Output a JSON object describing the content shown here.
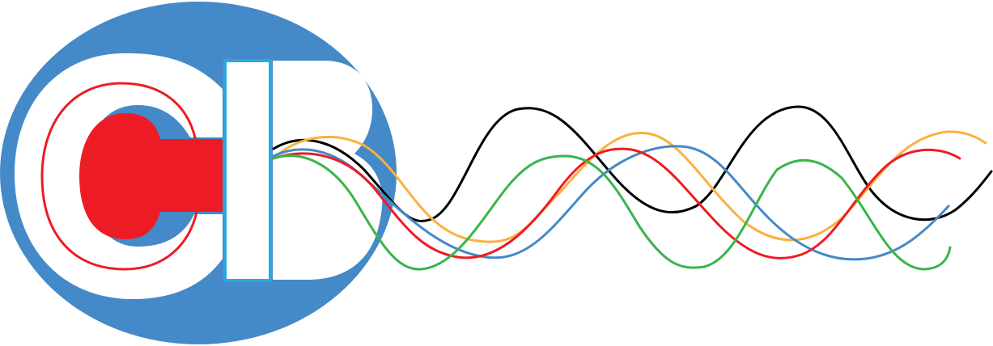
{
  "logo": {
    "name": "CB",
    "letters": [
      "C",
      "B"
    ],
    "colors": {
      "ellipse": "#4489c8",
      "letter_fill": "#ffffff",
      "c_accent": "#ed1c24",
      "b_outline": "#29a8e0",
      "background": "#ffffff"
    },
    "waves": [
      {
        "name": "black",
        "color": "#000000"
      },
      {
        "name": "orange",
        "color": "#fbb040"
      },
      {
        "name": "blue",
        "color": "#4489c8"
      },
      {
        "name": "red",
        "color": "#ed1c24"
      },
      {
        "name": "green",
        "color": "#39b54a"
      }
    ]
  }
}
